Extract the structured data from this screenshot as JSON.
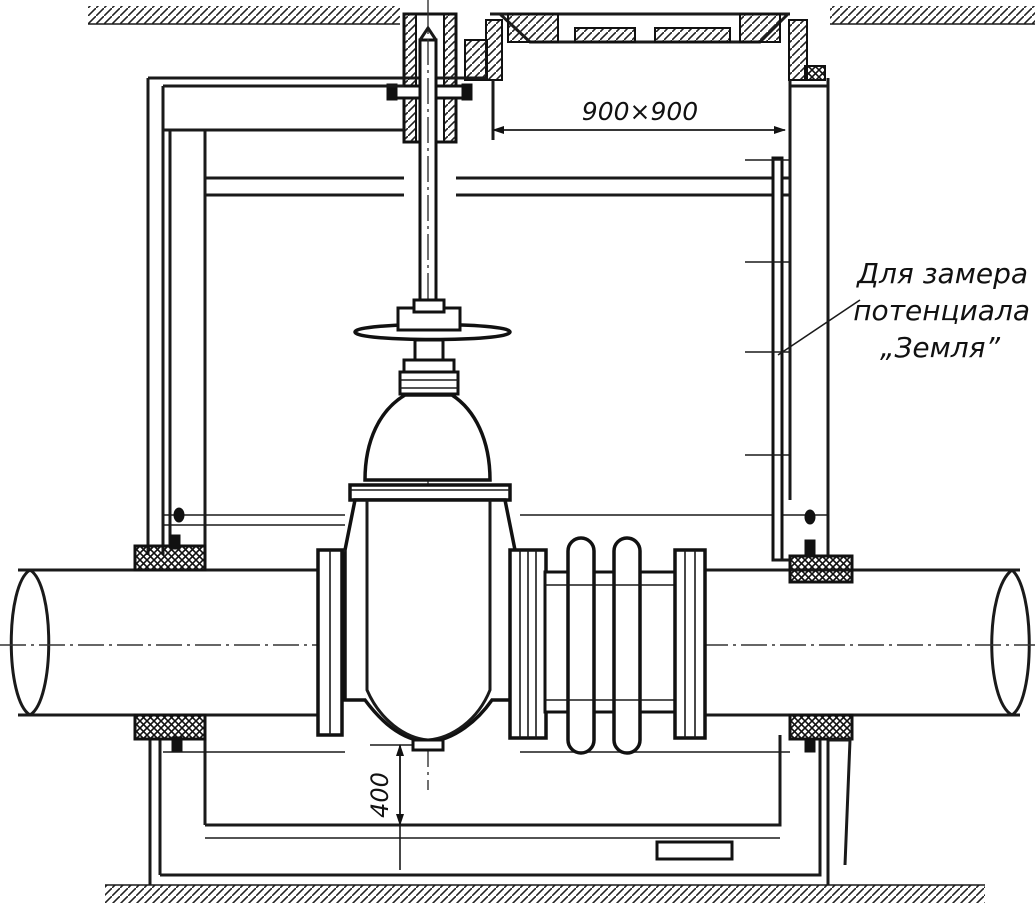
{
  "diagram": {
    "opening_dimension": "900×900",
    "clearance_dimension": "400",
    "note_lines": [
      "Для замера",
      "потенциала",
      "„Земля”"
    ]
  }
}
